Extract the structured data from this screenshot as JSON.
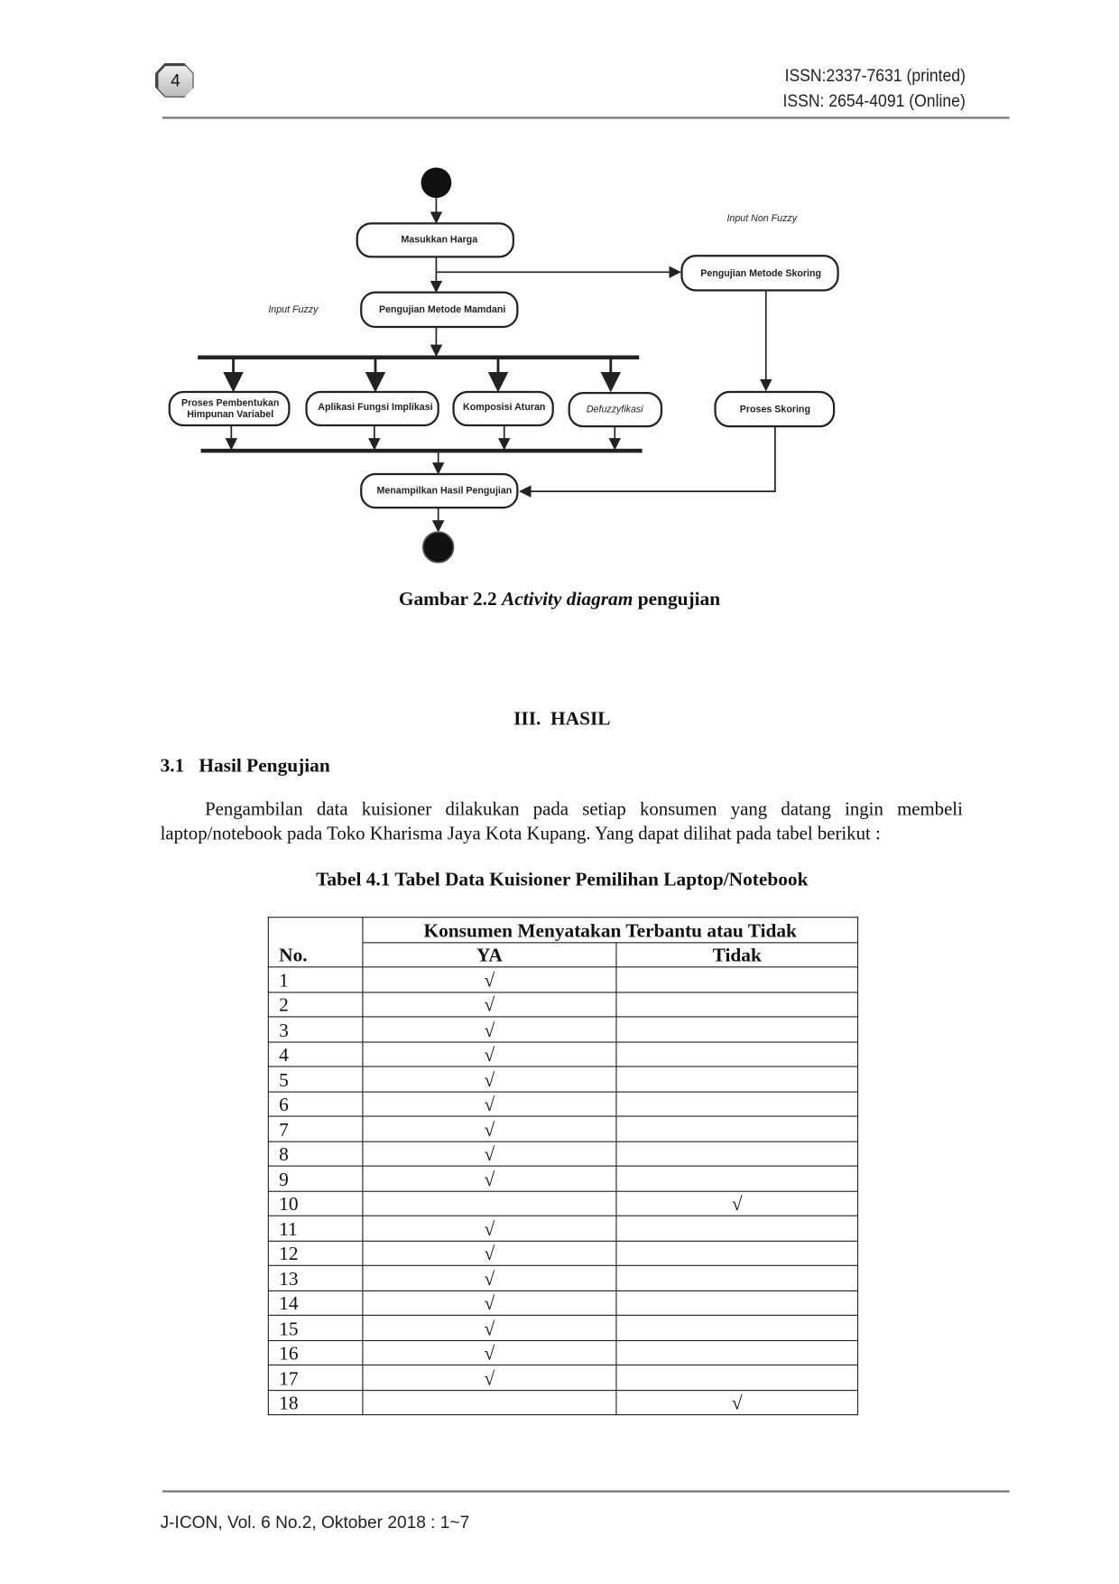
{
  "header": {
    "page_number": "4",
    "issn_print": "ISSN:2337-7631 (printed)",
    "issn_online": "ISSN: 2654-4091 (Online)"
  },
  "diagram": {
    "nodes": {
      "masukkan": "Masukkan Harga",
      "mamdani": "Pengujian Metode Mamdani",
      "skoring": "Pengujian Metode Skoring",
      "himpunan_1": "Proses Pembentukan",
      "himpunan_2": "Himpunan Variabel",
      "implikasi": "Aplikasi Fungsi Implikasi",
      "komposisi": "Komposisi Aturan",
      "defuzz": "Defuzzyfikasi",
      "proses_skoring": "Proses Skoring",
      "hasil": "Menampilkan Hasil Pengujian"
    },
    "labels": {
      "fuzzy": "Input Fuzzy",
      "non_fuzzy": "Input Non Fuzzy"
    }
  },
  "caption": {
    "prefix": "Gambar 2.2 ",
    "italic": "Activity diagram",
    "suffix": " pengujian"
  },
  "section": {
    "title": "III.  HASIL",
    "subsection": "3.1   Hasil Pengujian",
    "paragraph": "Pengambilan data kuisioner dilakukan pada setiap konsumen yang datang ingin membeli laptop/notebook pada Toko Kharisma Jaya Kota Kupang. Yang dapat dilihat pada tabel berikut :"
  },
  "table": {
    "title": "Tabel 4.1 Tabel Data Kuisioner Pemilihan Laptop/Notebook",
    "group_header": "Konsumen Menyatakan Terbantu atau Tidak",
    "headers": [
      "No.",
      "YA",
      "Tidak"
    ],
    "rows": [
      [
        "1",
        "√",
        ""
      ],
      [
        "2",
        "√",
        ""
      ],
      [
        "3",
        "√",
        ""
      ],
      [
        "4",
        "√",
        ""
      ],
      [
        "5",
        "√",
        ""
      ],
      [
        "6",
        "√",
        ""
      ],
      [
        "7",
        "√",
        ""
      ],
      [
        "8",
        "√",
        ""
      ],
      [
        "9",
        "√",
        ""
      ],
      [
        "10",
        "",
        "√"
      ],
      [
        "11",
        "√",
        ""
      ],
      [
        "12",
        "√",
        ""
      ],
      [
        "13",
        "√",
        ""
      ],
      [
        "14",
        "√",
        ""
      ],
      [
        "15",
        "√",
        ""
      ],
      [
        "16",
        "√",
        ""
      ],
      [
        "17",
        "√",
        ""
      ],
      [
        "18",
        "",
        "√"
      ]
    ]
  },
  "footer": {
    "text": "J-ICON, Vol. 6 No.2, Oktober 2018 : 1~7"
  }
}
